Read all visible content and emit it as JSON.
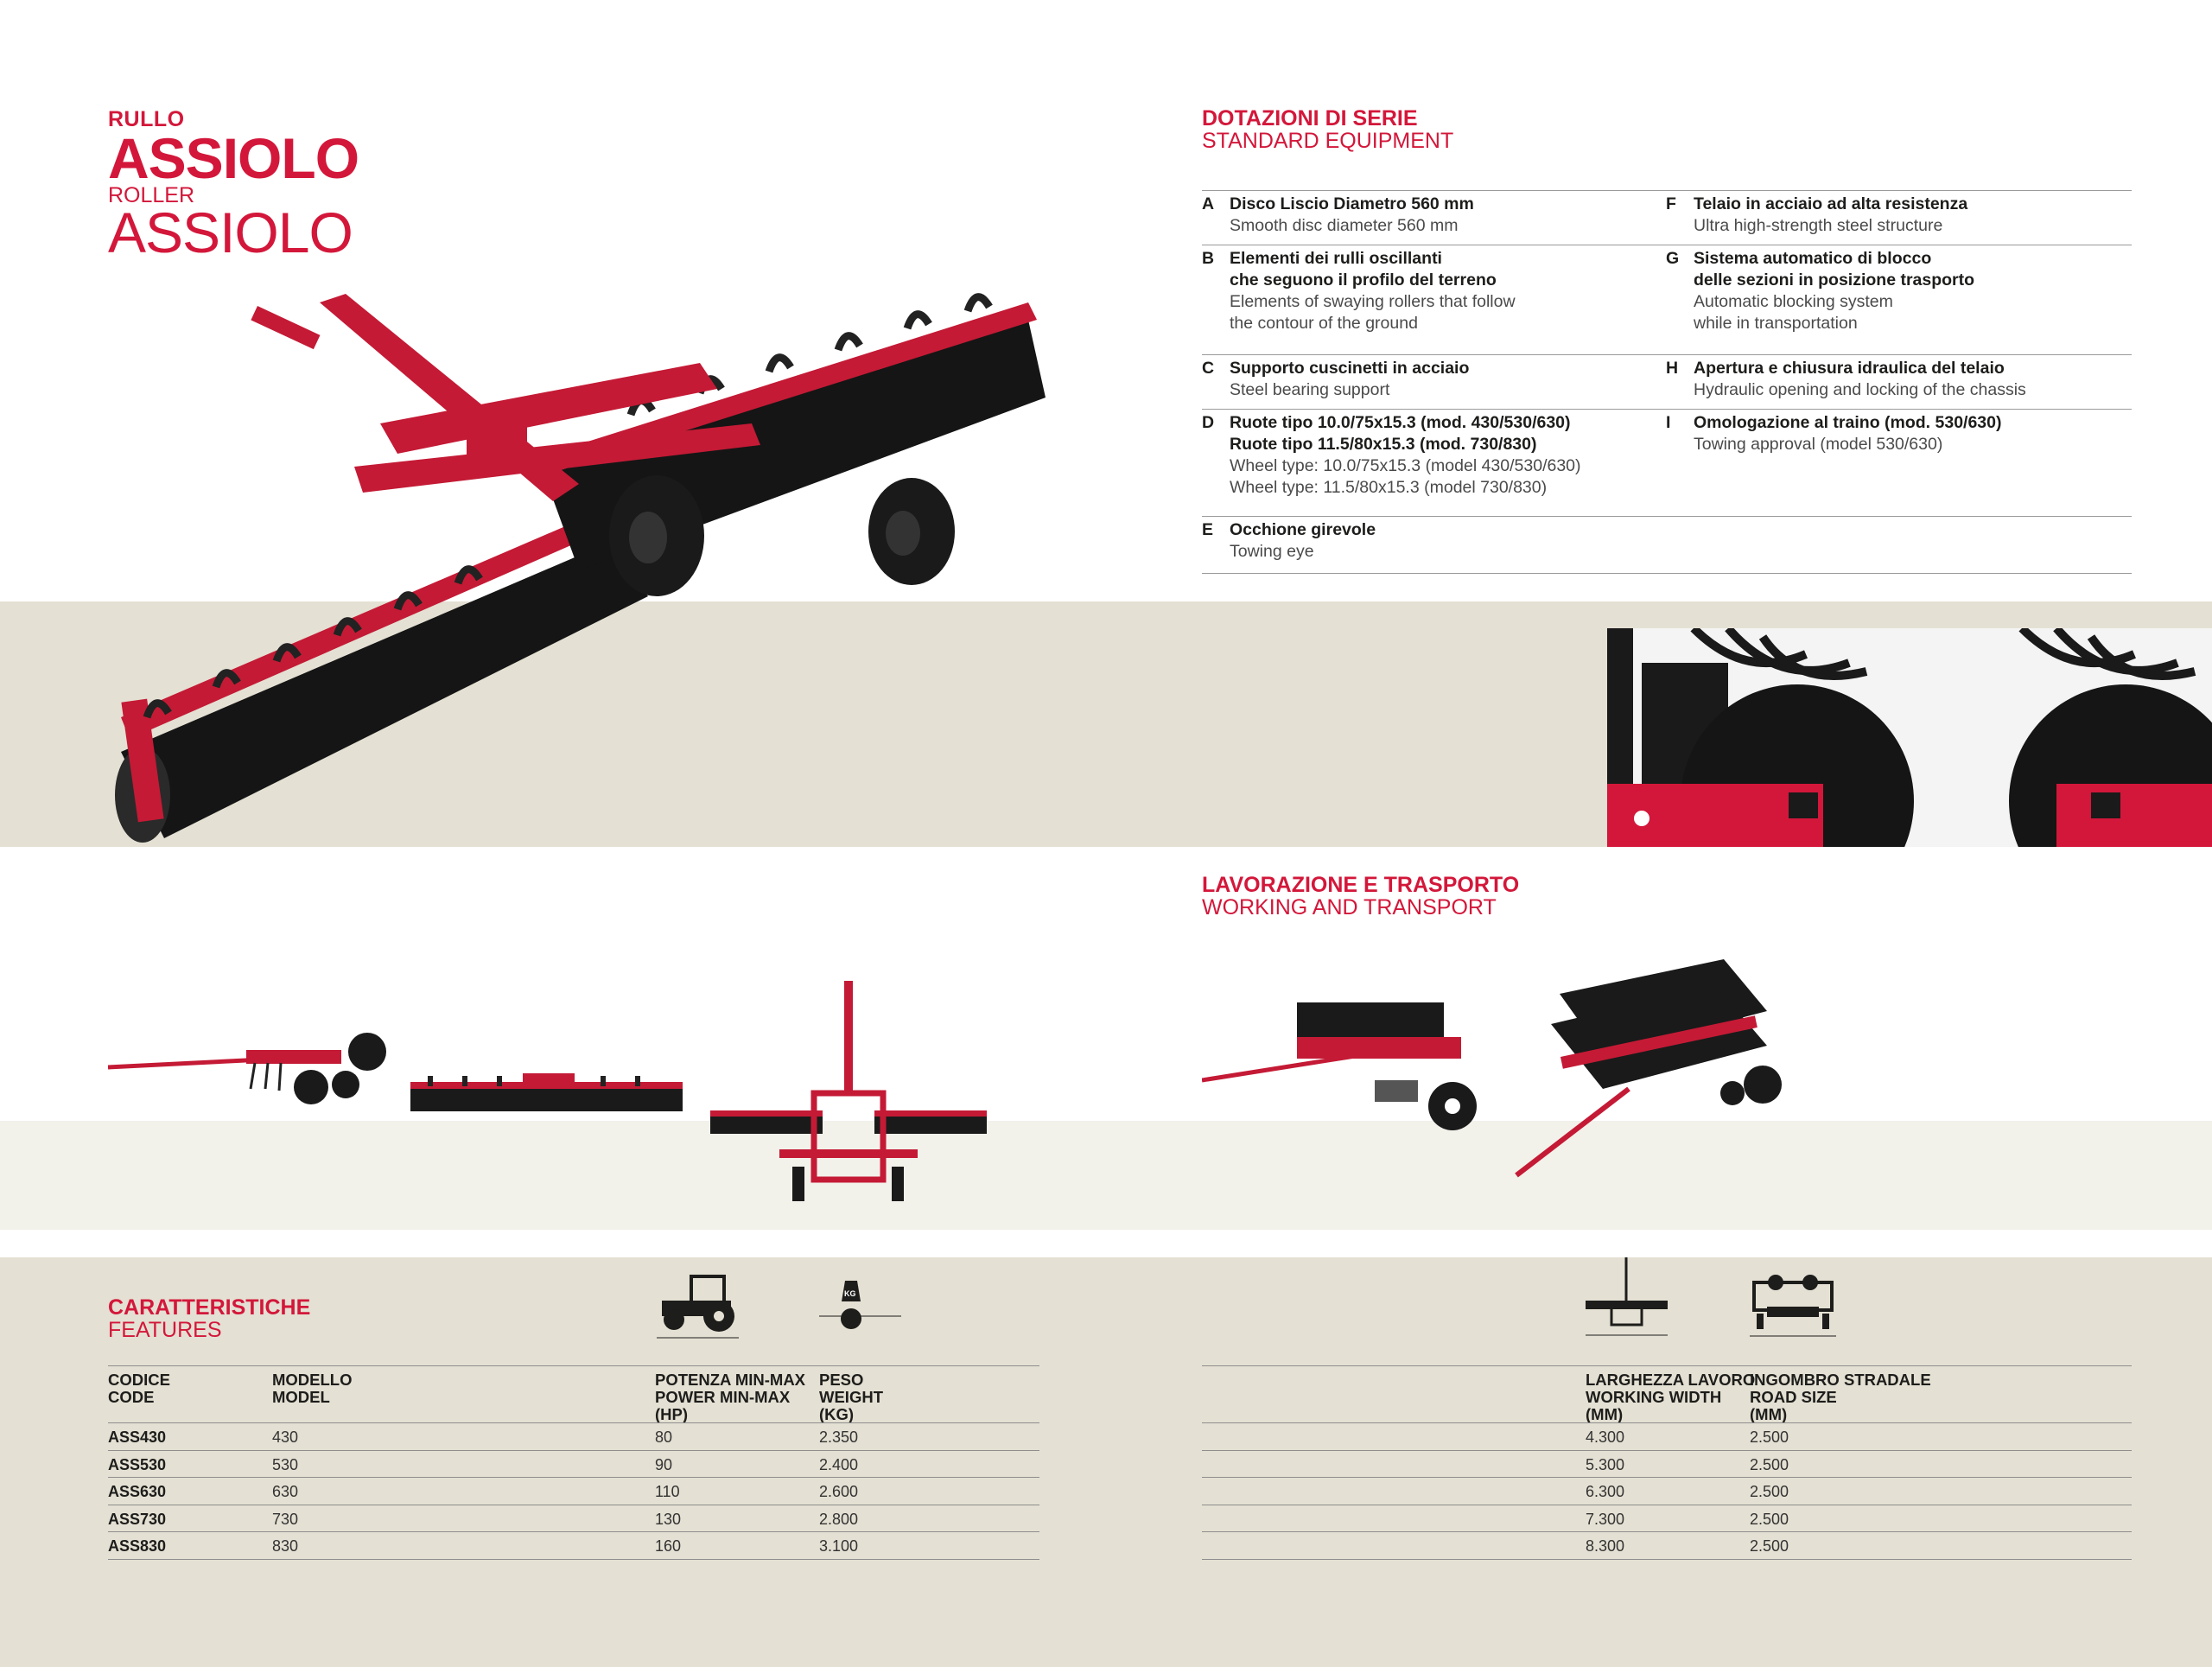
{
  "title": {
    "it_small": "RULLO",
    "it_big": "ASSIOLO",
    "en_small": "ROLLER",
    "en_big": "ASSIOLO"
  },
  "equipment": {
    "heading_it": "DOTAZIONI DI SERIE",
    "heading_en": "STANDARD EQUIPMENT",
    "items": [
      {
        "letter": "A",
        "it": [
          "Disco Liscio Diametro 560 mm"
        ],
        "en": [
          "Smooth disc diameter 560 mm"
        ]
      },
      {
        "letter": "F",
        "it": [
          "Telaio in acciaio ad alta resistenza"
        ],
        "en": [
          "Ultra high-strength steel structure"
        ]
      },
      {
        "letter": "B",
        "it": [
          "Elementi dei rulli oscillanti",
          "che seguono il profilo del terreno"
        ],
        "en": [
          "Elements of swaying rollers that follow",
          "the contour of the ground"
        ]
      },
      {
        "letter": "G",
        "it": [
          "Sistema automatico di blocco",
          "delle sezioni in posizione trasporto"
        ],
        "en": [
          "Automatic blocking system",
          "while in transportation"
        ]
      },
      {
        "letter": "C",
        "it": [
          "Supporto cuscinetti in acciaio"
        ],
        "en": [
          "Steel bearing support"
        ]
      },
      {
        "letter": "H",
        "it": [
          "Apertura e chiusura idraulica del telaio"
        ],
        "en": [
          "Hydraulic opening and locking of the chassis"
        ]
      },
      {
        "letter": "D",
        "it": [
          "Ruote tipo 10.0/75x15.3 (mod. 430/530/630)",
          "Ruote tipo 11.5/80x15.3 (mod. 730/830)"
        ],
        "en": [
          "Wheel type: 10.0/75x15.3 (model 430/530/630)",
          "Wheel type: 11.5/80x15.3 (model 730/830)"
        ]
      },
      {
        "letter": "I",
        "it": [
          "Omologazione al traino (mod. 530/630)"
        ],
        "en": [
          "Towing approval (model 530/630)"
        ]
      },
      {
        "letter": "E",
        "it": [
          "Occhione girevole"
        ],
        "en": [
          "Towing eye"
        ]
      }
    ]
  },
  "working": {
    "heading_it": "LAVORAZIONE E TRASPORTO",
    "heading_en": "WORKING AND TRANSPORT"
  },
  "features": {
    "heading_it": "CARATTERISTICHE",
    "heading_en": "FEATURES",
    "icons": [
      "tractor-icon",
      "weight-kg-icon",
      "working-width-icon",
      "road-size-icon"
    ],
    "icon_label": "KG",
    "headers": {
      "code": [
        "CODICE",
        "CODE"
      ],
      "model": [
        "MODELLO",
        "MODEL"
      ],
      "power": [
        "POTENZA MIN-MAX",
        "POWER MIN-MAX",
        "(HP)"
      ],
      "weight": [
        "PESO",
        "WEIGHT",
        "(KG)"
      ],
      "width": [
        "LARGHEZZA LAVORO",
        "WORKING WIDTH",
        "(MM)"
      ],
      "road": [
        "INGOMBRO STRADALE",
        "ROAD SIZE",
        "(MM)"
      ]
    },
    "rows": [
      {
        "code": "ASS430",
        "model": "430",
        "power": "80",
        "weight": "2.350",
        "width": "4.300",
        "road": "2.500"
      },
      {
        "code": "ASS530",
        "model": "530",
        "power": "90",
        "weight": "2.400",
        "width": "5.300",
        "road": "2.500"
      },
      {
        "code": "ASS630",
        "model": "630",
        "power": "110",
        "weight": "2.600",
        "width": "6.300",
        "road": "2.500"
      },
      {
        "code": "ASS730",
        "model": "730",
        "power": "130",
        "weight": "2.800",
        "width": "7.300",
        "road": "2.500"
      },
      {
        "code": "ASS830",
        "model": "830",
        "power": "160",
        "weight": "3.100",
        "width": "8.300",
        "road": "2.500"
      }
    ]
  },
  "colors": {
    "brand_red": "#d3173a",
    "band_beige": "#e4e0d3",
    "band_light": "#f2f1ea",
    "steel_black": "#1e1e1e"
  }
}
